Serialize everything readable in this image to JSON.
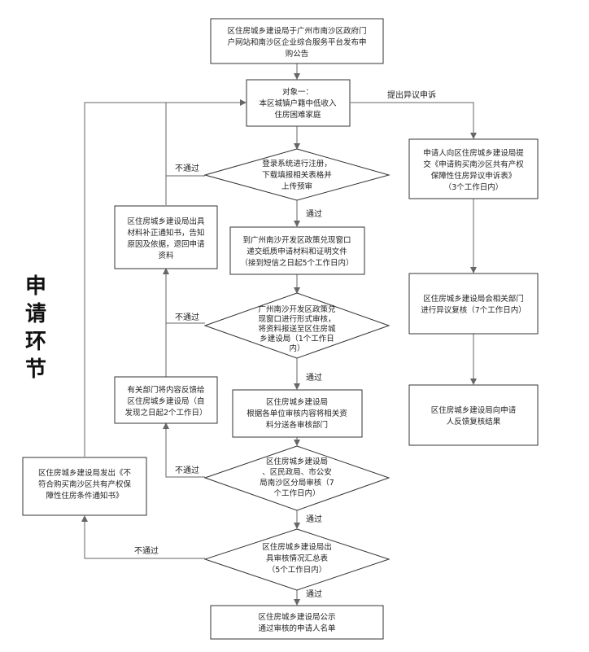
{
  "side_label": [
    "申",
    "请",
    "环",
    "节"
  ],
  "nodes": {
    "announce": [
      "区住房城乡建设局于广州市南沙区政府门",
      "户网站和南沙区企业综合服务平台发布申",
      "购公告"
    ],
    "target": [
      "对象一：",
      "本区城镇户籍中低收入",
      "住房困难家庭"
    ],
    "d_register": [
      "登录系统进行注册，",
      "下载填报相关表格并",
      "上传预审"
    ],
    "submit": [
      "到广州南沙开发区政策兑现窗口",
      "递交纸质申请材料和证明文件",
      "（接到短信之日起5个工作日内）"
    ],
    "supplement": [
      "区住房城乡建设局出具",
      "材料补正通知书，告知",
      "原因及依据，退回申请",
      "资料"
    ],
    "d_window": [
      "广州南沙开发区政策兑",
      "现窗口进行形式审核，",
      "将资料报送至区住房城",
      "乡建设局（1个工作日",
      "内）"
    ],
    "feedback": [
      "有关部门将内容反馈给",
      "区住房城乡建设局（自",
      "发现之日起2个工作日）"
    ],
    "distribute": [
      "区住房城乡建设局",
      "根据各单位审核内容将相关资",
      "料分送各审核部门"
    ],
    "d_review": [
      "区住房城乡建设局",
      "、区民政局、市公安",
      "局南沙区分局审核（7",
      "个工作日内）"
    ],
    "notice_fail": [
      "区住房城乡建设局发出《不",
      "符合购买南沙区共有产权保",
      "障性住房条件通知书》"
    ],
    "d_summary": [
      "区住房城乡建设局出",
      "具审核情况汇总表",
      "（5个工作日内）"
    ],
    "publish": [
      "区住房城乡建设局公示",
      "通过审核的申请人名单"
    ],
    "objection": [
      "申请人向区住房城乡建设局提",
      "交《申请购买南沙区共有产权",
      "保障性住房异议申诉表》",
      "（3个工作日内）"
    ],
    "recheck": [
      "区住房城乡建设局会相关部门",
      "进行异议复核（7个工作日内）"
    ],
    "result": [
      "区住房城乡建设局向申请",
      "人反馈复核结果"
    ]
  },
  "edge_labels": {
    "fail1": "不通过",
    "fail2": "不通过",
    "fail3": "不通过",
    "fail4": "不通过",
    "pass1": "通过",
    "pass2": "通过",
    "pass3": "通过",
    "pass4": "通过",
    "objection": "提出异议申诉"
  }
}
